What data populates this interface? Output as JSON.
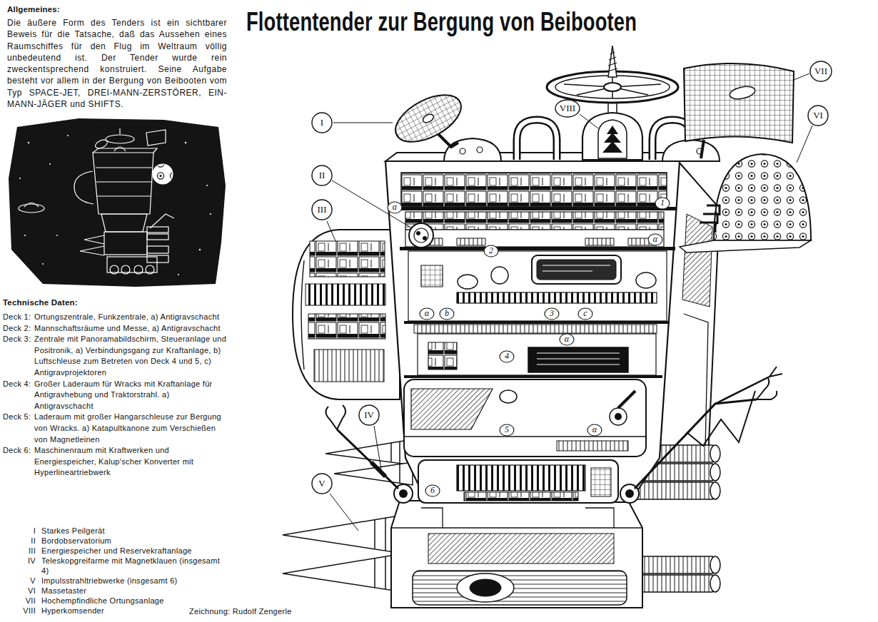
{
  "diagram": {
    "title": "Flottentender zur Bergung von Beibooten",
    "caption": "Zeichnung: Rudolf Zengerle",
    "nodes": [
      {
        "text": [
          "I"
        ]
      },
      {
        "text": [
          "II"
        ]
      },
      {
        "text": [
          "III"
        ]
      },
      {
        "text": [
          "IV"
        ]
      },
      {
        "text": [
          "V"
        ]
      },
      {
        "text": [
          "VI"
        ]
      },
      {
        "text": [
          "VII"
        ]
      },
      {
        "text": [
          "VIII"
        ]
      },
      {
        "text": [
          "α"
        ]
      },
      {
        "text": [
          "1"
        ]
      },
      {
        "text": [
          "2"
        ]
      },
      {
        "text": [
          "α"
        ]
      },
      {
        "text": [
          "α"
        ]
      },
      {
        "text": [
          "b"
        ]
      },
      {
        "text": [
          "3"
        ]
      },
      {
        "text": [
          "c"
        ]
      },
      {
        "text": [
          "α"
        ]
      },
      {
        "text": [
          "4"
        ]
      },
      {
        "text": [
          "5"
        ]
      },
      {
        "text": [
          "α"
        ]
      },
      {
        "text": [
          "6"
        ]
      }
    ],
    "labels": [
      "Allgemeines:",
      "Die äußere Form des Tenders ist ein sichtbarer Beweis für die Tatsache, daß das Aussehen eines Raumschiffes für den Flug im Weltraum völlig unbedeutend ist. Der Tender wurde rein zweckentsprechend konstruiert. Seine Aufgabe besteht vor allem in der Bergung von Beibooten vom Typ SPACE-JET, DREI-MANN-ZERSTÖRER, EIN-MANN-JÄGER und SHIFTS.",
      "Technische Daten:",
      "Deck 1:",
      "Ortungszentrale, Funkzentrale, a) Antigravschacht",
      "Deck 2:",
      "Mannschaftsräume und Messe, a) Antigravschacht",
      "Deck 3:",
      "Zentrale mit Panoramabildschirm, Steueranlage und Positronik, a) Verbindungsgang zur Kraftanlage, b) Luftschleuse zum Betreten von Deck 4 und 5, c) Antigravprojektoren",
      "Deck 4:",
      "Großer Laderaum für Wracks mit Kraftanlage für Antigravhebung und Traktorstrahl. a) Antigravschacht",
      "Deck 5:",
      "Laderaum mit großer Hangarschleuse zur Bergung von Wracks. a) Katapultkanone zum Verschießen von Magnetleinen",
      "Deck 6:",
      "Maschinenraum mit Kraftwerken und Energiespeicher, Kalup'scher Konverter mit Hyperlineartriebwerk",
      "I",
      "Starkes Peilgerät",
      "II",
      "Bordobservatorium",
      "III",
      "Energiespeicher und Reservekraftanlage",
      "IV",
      "Teleskopgreifarme mit Magnetklauen (insgesamt 4)",
      "V",
      "Impulsstrahltriebwerke (insgesamt 6)",
      "VI",
      "Massetaster",
      "VII",
      "Hochempfindliche Ortungsanlage",
      "VIII",
      "Hyperkomsender"
    ]
  }
}
